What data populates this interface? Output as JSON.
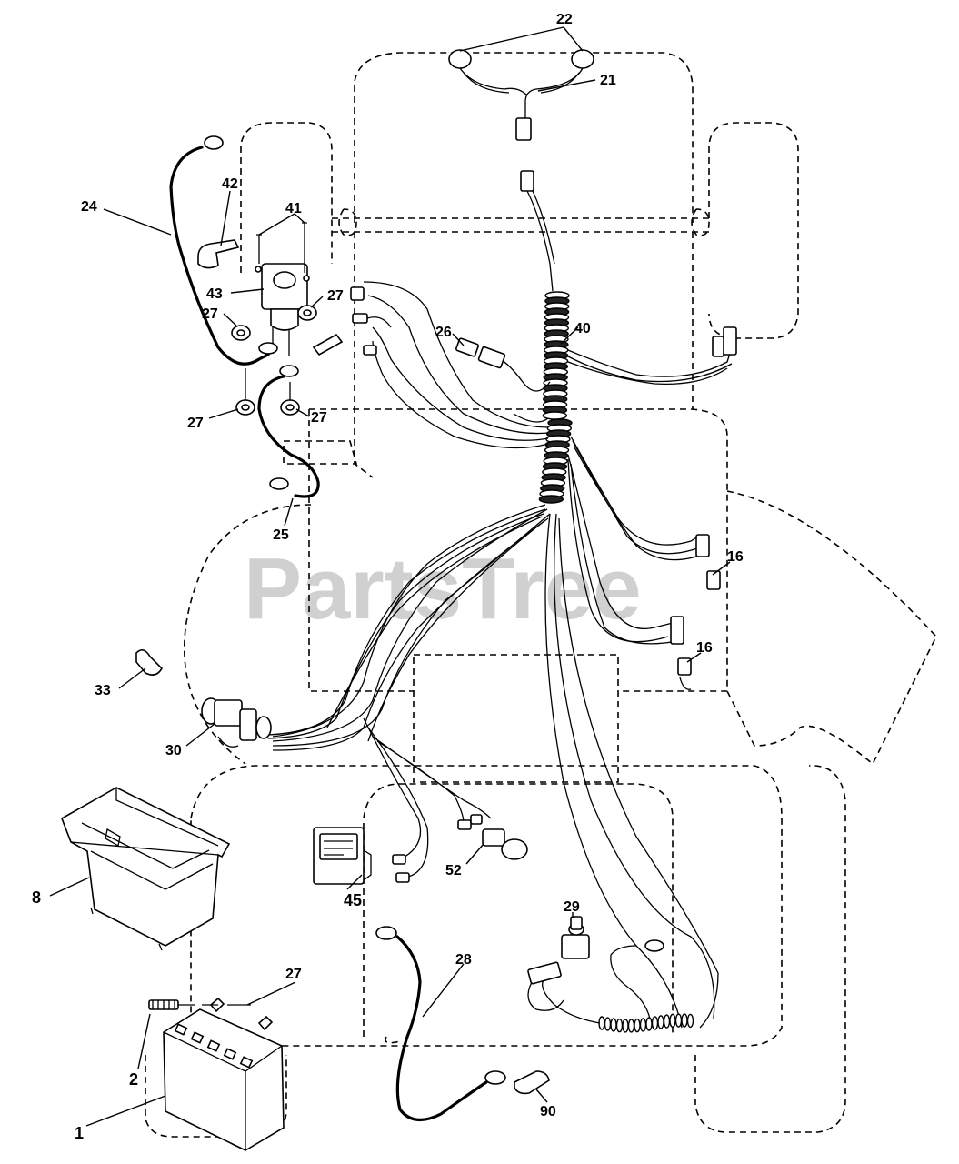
{
  "watermark": "PartsTree",
  "callouts": {
    "c1": "1",
    "c2": "2",
    "c8": "8",
    "c16a": "16",
    "c16b": "16",
    "c21": "21",
    "c22": "22",
    "c24": "24",
    "c25": "25",
    "c26": "26",
    "c27a": "27",
    "c27b": "27",
    "c27c": "27",
    "c27d": "27",
    "c27e": "27",
    "c28": "28",
    "c29": "29",
    "c30": "30",
    "c33": "33",
    "c40": "40",
    "c41": "41",
    "c42": "42",
    "c43": "43",
    "c45": "45",
    "c52": "52",
    "c90": "90"
  },
  "parts": [
    {
      "ref": "1",
      "name": "battery"
    },
    {
      "ref": "2",
      "name": "battery-bolt"
    },
    {
      "ref": "8",
      "name": "battery-tray"
    },
    {
      "ref": "16",
      "name": "connector"
    },
    {
      "ref": "21",
      "name": "headlight-harness"
    },
    {
      "ref": "22",
      "name": "headlight-bulb"
    },
    {
      "ref": "24",
      "name": "battery-cable"
    },
    {
      "ref": "25",
      "name": "ground-cable"
    },
    {
      "ref": "26",
      "name": "relay"
    },
    {
      "ref": "27",
      "name": "nut"
    },
    {
      "ref": "28",
      "name": "negative-cable"
    },
    {
      "ref": "29",
      "name": "switch"
    },
    {
      "ref": "30",
      "name": "ignition-switch"
    },
    {
      "ref": "33",
      "name": "clip"
    },
    {
      "ref": "40",
      "name": "main-harness"
    },
    {
      "ref": "41",
      "name": "screw"
    },
    {
      "ref": "42",
      "name": "boot"
    },
    {
      "ref": "43",
      "name": "solenoid"
    },
    {
      "ref": "45",
      "name": "hour-meter"
    },
    {
      "ref": "52",
      "name": "light-bulb"
    },
    {
      "ref": "90",
      "name": "fuse"
    }
  ]
}
